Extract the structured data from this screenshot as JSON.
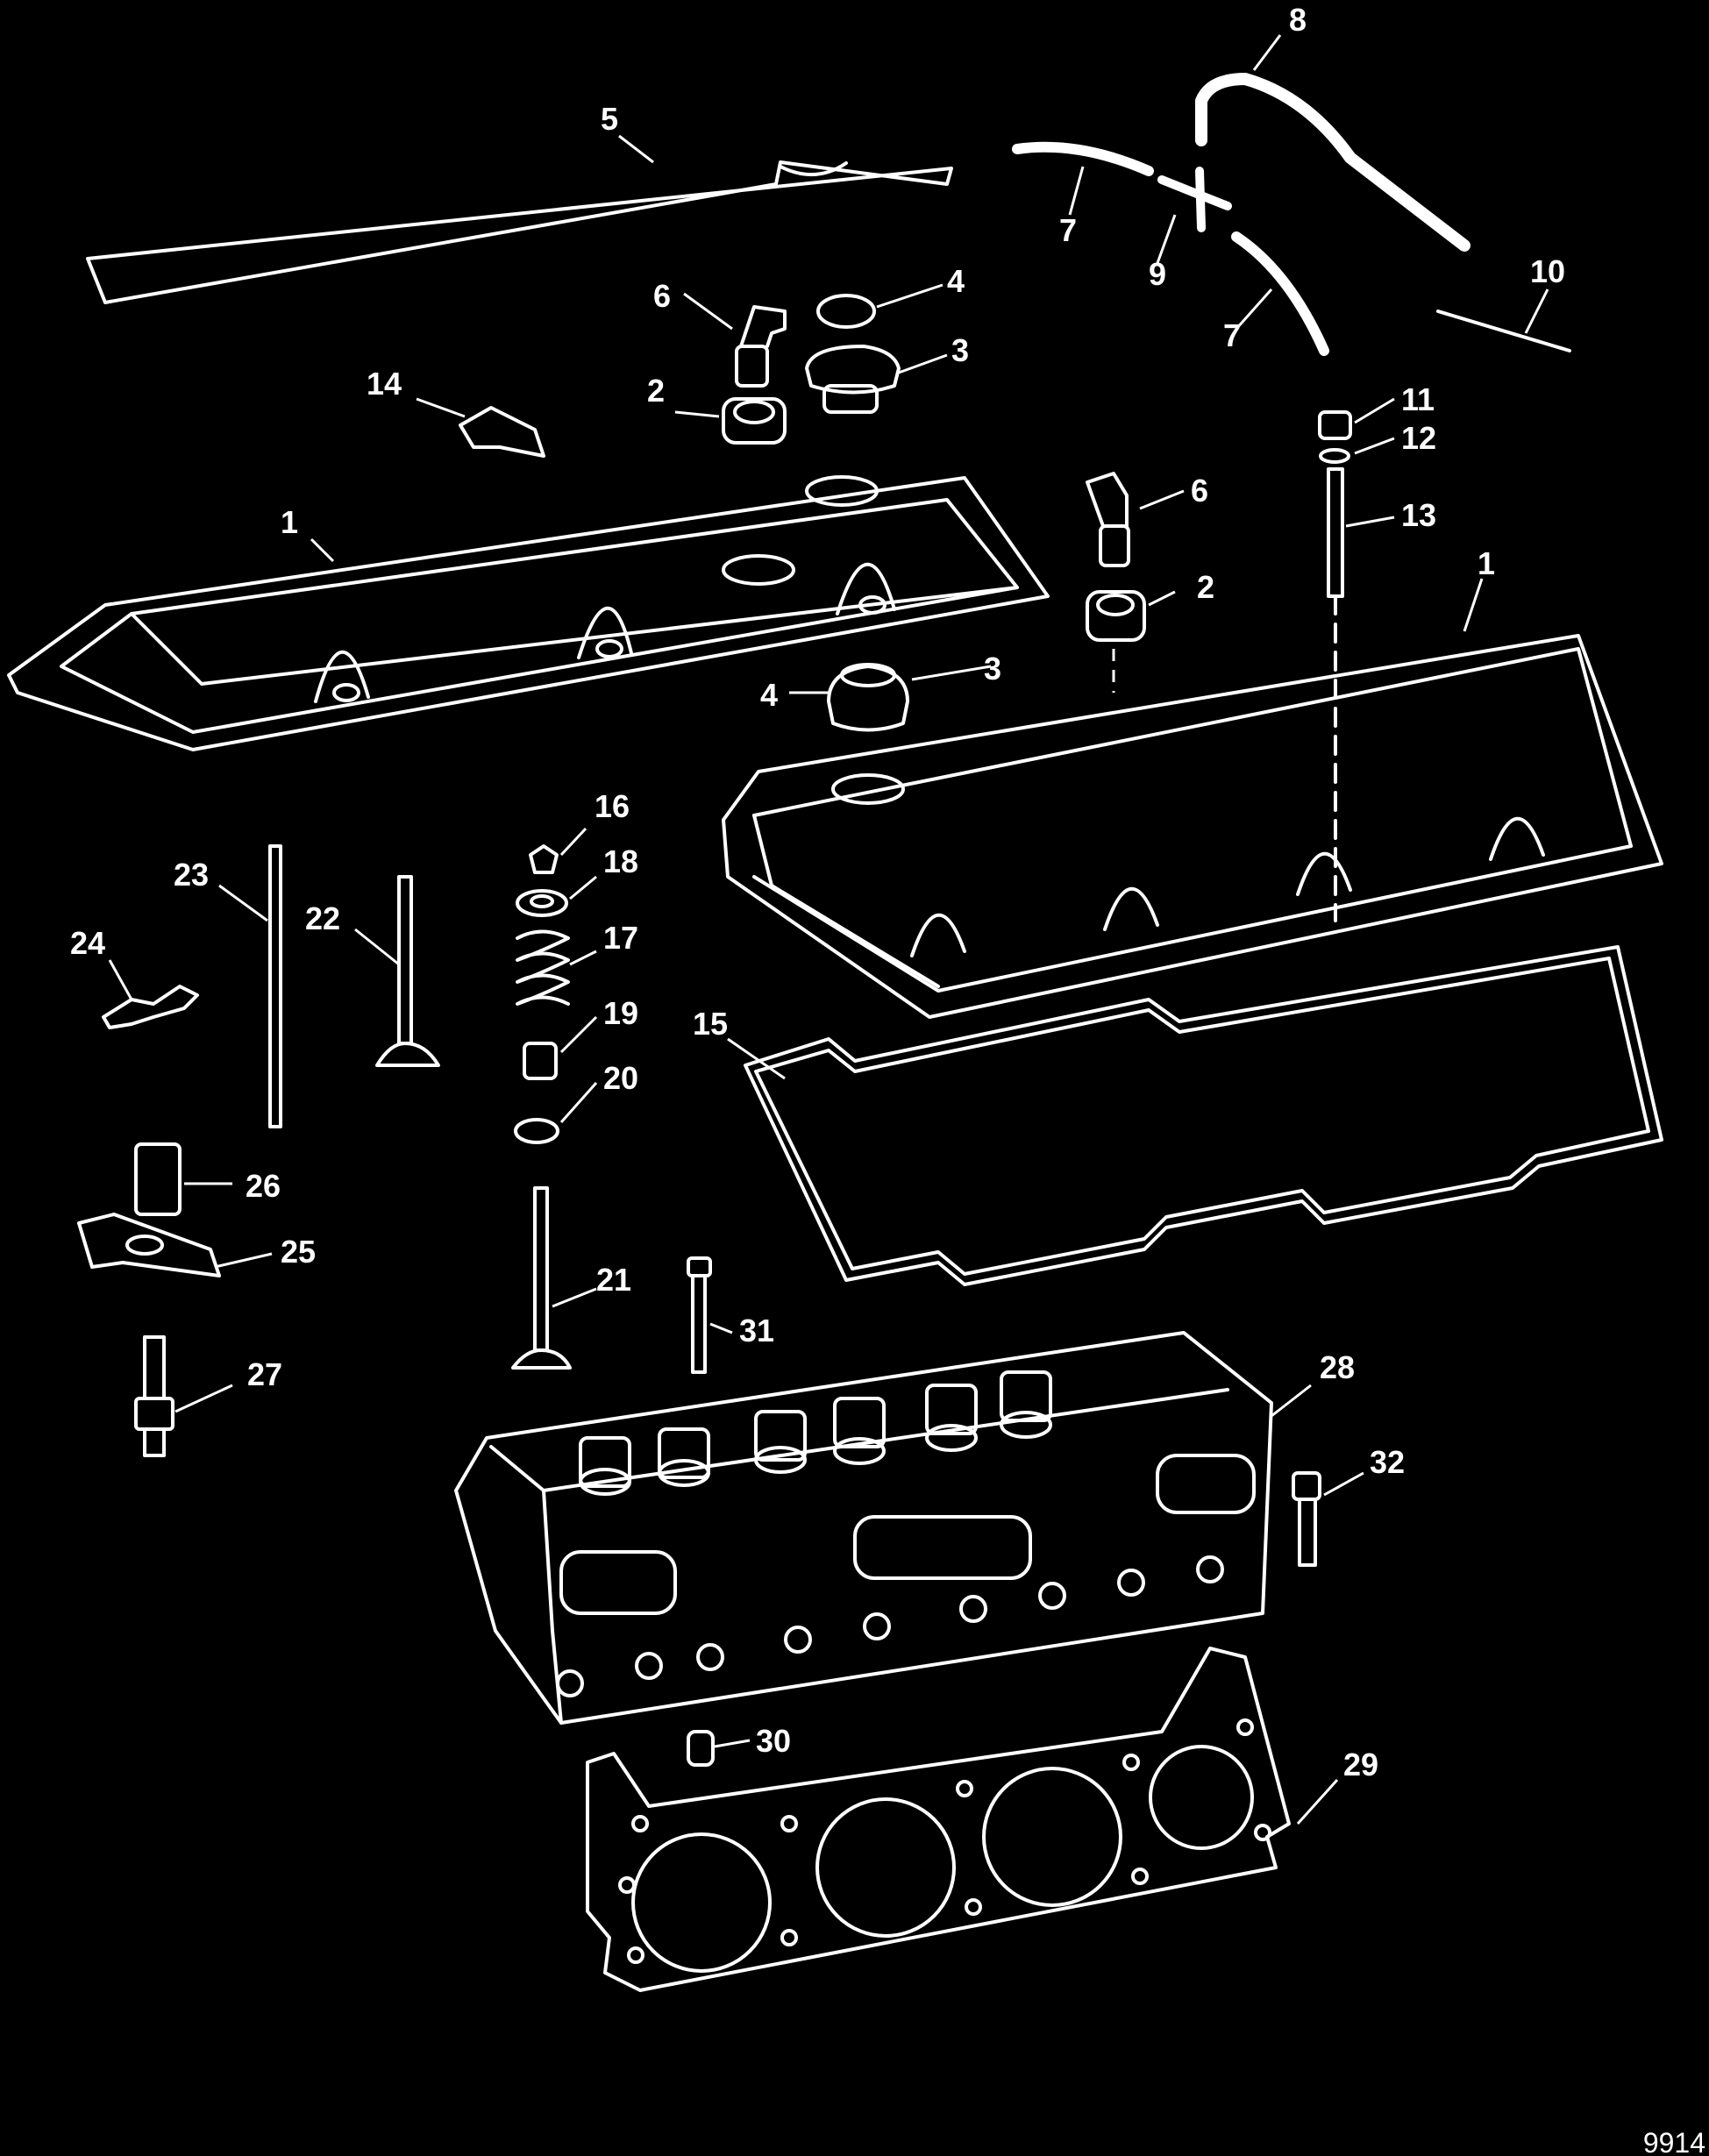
{
  "figure_number": "9914",
  "callouts": [
    "1",
    "2",
    "3",
    "4",
    "5",
    "6",
    "7",
    "8",
    "9",
    "10",
    "11",
    "12",
    "13",
    "14",
    "15",
    "16",
    "17",
    "18",
    "19",
    "20",
    "21",
    "22",
    "23",
    "24",
    "25",
    "26",
    "27",
    "28",
    "29",
    "30",
    "31",
    "32"
  ]
}
